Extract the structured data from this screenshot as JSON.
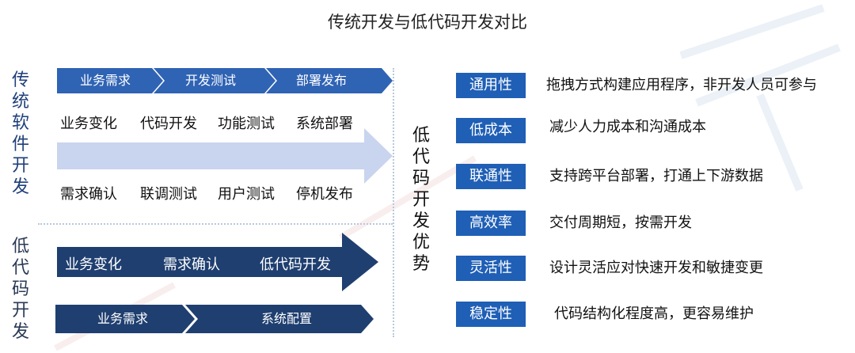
{
  "title": "传统开发与低代码开发对比",
  "traditional": {
    "label_chars": [
      "传",
      "统",
      "软",
      "件",
      "开",
      "发"
    ],
    "phases": [
      "业务需求",
      "开发测试",
      "部署发布"
    ],
    "row1": [
      "业务变化",
      "代码开发",
      "功能测试",
      "系统部署"
    ],
    "row2": [
      "需求确认",
      "联调测试",
      "用户测试",
      "停机发布"
    ]
  },
  "lowcode": {
    "label_chars": [
      "低",
      "代",
      "码",
      "开",
      "发"
    ],
    "arrow_items": [
      "业务变化",
      "需求确认",
      "低代码开发"
    ],
    "phases": [
      "业务需求",
      "系统配置"
    ]
  },
  "advantage": {
    "label_chars": [
      "低",
      "代",
      "码",
      "开",
      "发",
      "优",
      "势"
    ],
    "rows": [
      {
        "badge": "通用性",
        "desc": "拖拽方式构建应用程序，非开发人员可参与"
      },
      {
        "badge": "低成本",
        "desc": "减少人力成本和沟通成本"
      },
      {
        "badge": "联通性",
        "desc": "支持跨平台部署，打通上下游数据"
      },
      {
        "badge": "高效率",
        "desc": "交付周期短，按需开发"
      },
      {
        "badge": "灵活性",
        "desc": "设计灵活应对快速开发和敏捷变更"
      },
      {
        "badge": "稳定性",
        "desc": "代码结构化程度高，更容易维护"
      }
    ]
  },
  "colors": {
    "chevron": "#2f63b4",
    "band_light": "#c9d4ee",
    "lowcode_arrow": "#1f3f70",
    "badge": "#1f5fb6",
    "divider": "#b7c9dd"
  }
}
